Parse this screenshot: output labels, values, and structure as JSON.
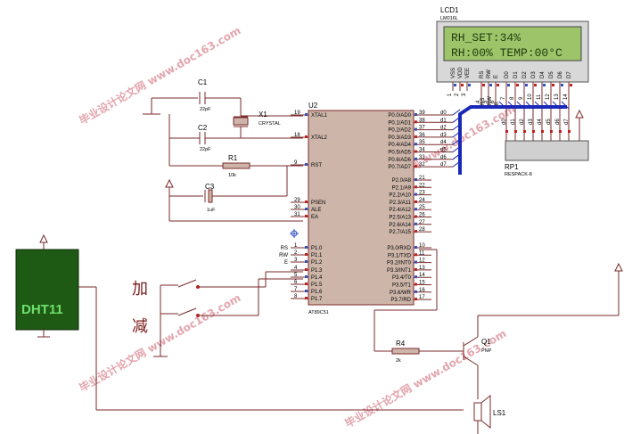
{
  "lcd": {
    "ref": "LCD1",
    "part": "LM016L",
    "line1": "RH_SET:34%",
    "line2": "RH:00% TEMP:00°C",
    "pins": [
      "VSS",
      "VDD",
      "VEE",
      "RS",
      "RW",
      "E",
      "D0",
      "D1",
      "D2",
      "D3",
      "D4",
      "D5",
      "D6",
      "D7"
    ],
    "pin_numbers": [
      "1",
      "2",
      "3",
      "4",
      "5",
      "6",
      "7",
      "8",
      "9",
      "10",
      "11",
      "12",
      "13",
      "14"
    ]
  },
  "mcu": {
    "ref": "U2",
    "part": "AT89C51",
    "left_pins": [
      {
        "name": "XTAL1",
        "num": "19"
      },
      {
        "name": "XTAL2",
        "num": "18"
      },
      {
        "name": "RST",
        "num": "9"
      },
      {
        "name": "PSEN",
        "num": "29"
      },
      {
        "name": "ALE",
        "num": "30"
      },
      {
        "name": "EA",
        "num": "31"
      },
      {
        "name": "P1.0",
        "num": "1"
      },
      {
        "name": "P1.1",
        "num": "2"
      },
      {
        "name": "P1.2",
        "num": "3"
      },
      {
        "name": "P1.3",
        "num": "4"
      },
      {
        "name": "P1.4",
        "num": "5"
      },
      {
        "name": "P1.5",
        "num": "6"
      },
      {
        "name": "P1.6",
        "num": "7"
      },
      {
        "name": "P1.7",
        "num": "8"
      }
    ],
    "right_pins": [
      {
        "name": "P0.0/AD0",
        "num": "39"
      },
      {
        "name": "P0.1/AD1",
        "num": "38"
      },
      {
        "name": "P0.2/AD2",
        "num": "37"
      },
      {
        "name": "P0.3/AD3",
        "num": "36"
      },
      {
        "name": "P0.4/AD4",
        "num": "35"
      },
      {
        "name": "P0.5/AD5",
        "num": "34"
      },
      {
        "name": "P0.6/AD6",
        "num": "33"
      },
      {
        "name": "P0.7/AD7",
        "num": "32"
      },
      {
        "name": "P2.0/A8",
        "num": "21"
      },
      {
        "name": "P2.1/A9",
        "num": "22"
      },
      {
        "name": "P2.2/A10",
        "num": "23"
      },
      {
        "name": "P2.3/A11",
        "num": "24"
      },
      {
        "name": "P2.4/A12",
        "num": "25"
      },
      {
        "name": "P2.5/A13",
        "num": "26"
      },
      {
        "name": "P2.6/A14",
        "num": "27"
      },
      {
        "name": "P2.7/A15",
        "num": "28"
      },
      {
        "name": "P3.0/RXD",
        "num": "10"
      },
      {
        "name": "P3.1/TXD",
        "num": "11"
      },
      {
        "name": "P3.2/INT0",
        "num": "12"
      },
      {
        "name": "P3.3/INT1",
        "num": "13"
      },
      {
        "name": "P3.4/T0",
        "num": "14"
      },
      {
        "name": "P3.5/T1",
        "num": "15"
      },
      {
        "name": "P3.6/WR",
        "num": "16"
      },
      {
        "name": "P3.7/RD",
        "num": "17"
      }
    ]
  },
  "bus_labels": [
    "d0",
    "d1",
    "d2",
    "d3",
    "d4",
    "d5",
    "d6",
    "d7"
  ],
  "ctrl_labels": [
    "RS",
    "RW",
    "E"
  ],
  "components": {
    "c1": {
      "ref": "C1",
      "value": "22pF"
    },
    "c2": {
      "ref": "C2",
      "value": "22pF"
    },
    "x1": {
      "ref": "X1",
      "value": "CRYSTAL"
    },
    "r1": {
      "ref": "R1",
      "value": "10k"
    },
    "c3": {
      "ref": "C3",
      "value": "1uF"
    },
    "r4": {
      "ref": "R4",
      "value": "2k"
    },
    "q1": {
      "ref": "Q1",
      "value": "PNP"
    },
    "ls1": {
      "ref": "LS1"
    },
    "rp1": {
      "ref": "RP1",
      "value": "RESPACK-8"
    },
    "dht": {
      "label": "DHT11"
    }
  },
  "buttons": {
    "add": "加",
    "sub": "减"
  },
  "watermark": "毕业设计论文网 www.doc163.com",
  "colors": {
    "wire": "#7a2a2a",
    "bus": "#1a28b8",
    "chip_fill": "#cdb6a9",
    "lcd_fill": "#9ec46a",
    "dht_fill": "#1f5a14",
    "watermark": "#e3a5ad"
  }
}
